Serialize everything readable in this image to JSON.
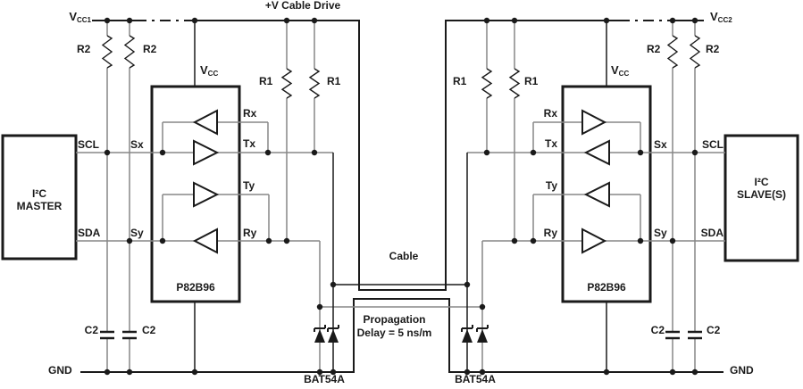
{
  "colors": {
    "ink": "#1a1a1a",
    "wire": "#878787"
  },
  "power": {
    "vcc1_base": "V",
    "vcc1_sub": "CC1",
    "vcc2_base": "V",
    "vcc2_sub": "CC2",
    "cable_drive": "+V Cable Drive",
    "gnd_left": "GND",
    "gnd_right": "GND"
  },
  "master": {
    "line1": "I²C",
    "line2": "MASTER",
    "scl": "SCL",
    "sda": "SDA"
  },
  "slave": {
    "line1": "I²C",
    "line2": "SLAVE(S)",
    "scl": "SCL",
    "sda": "SDA"
  },
  "chip_left": {
    "name": "P82B96",
    "vcc_base": "V",
    "vcc_sub": "CC",
    "sx": "Sx",
    "sy": "Sy",
    "rx": "Rx",
    "tx": "Tx",
    "ty": "Ty",
    "ry": "Ry"
  },
  "chip_right": {
    "name": "P82B96",
    "vcc_base": "V",
    "vcc_sub": "CC",
    "sx": "Sx",
    "sy": "Sy",
    "rx": "Rx",
    "tx": "Tx",
    "ty": "Ty",
    "ry": "Ry"
  },
  "parts": {
    "r1": "R1",
    "r2": "R2",
    "c2": "C2",
    "diode_left": "BAT54A",
    "diode_right": "BAT54A"
  },
  "cable": {
    "label": "Cable",
    "note1": "Propagation",
    "note2": "Delay = 5 ns/m"
  }
}
